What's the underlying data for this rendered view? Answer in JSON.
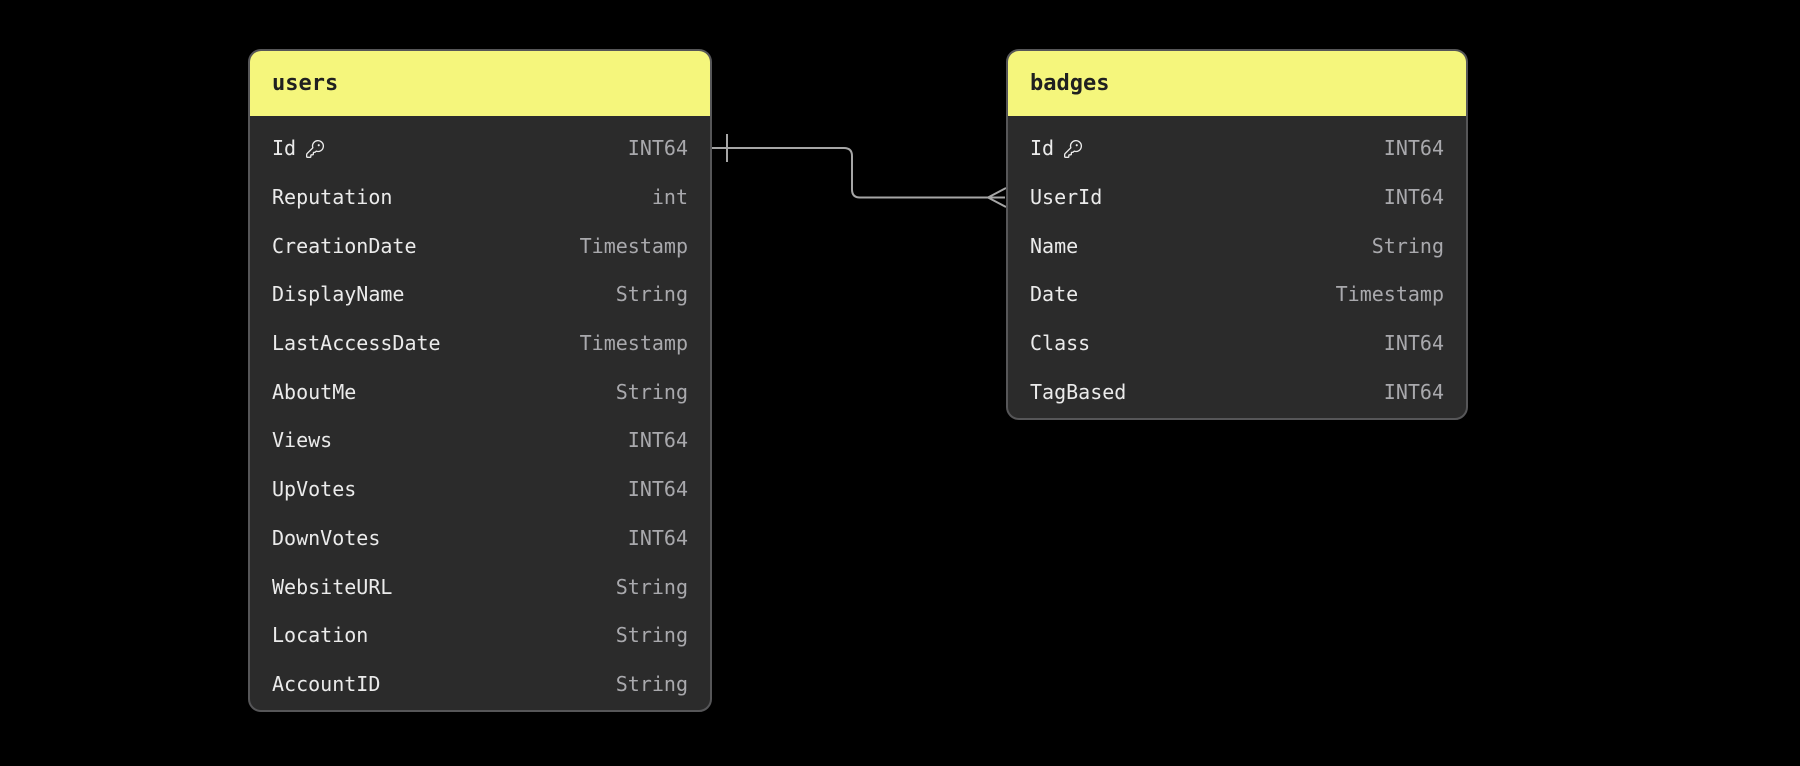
{
  "theme": {
    "canvas_bg": "#000000",
    "header_bg": "#f5f67c",
    "header_text": "#202020",
    "body_bg": "#2b2b2b",
    "border_color": "#565658",
    "field_text": "#ebebeb",
    "type_text": "#a9a9ad",
    "connector": "#a6a6a6"
  },
  "tables": [
    {
      "name": "users",
      "fields": [
        {
          "name": "Id",
          "type": "INT64",
          "key": true
        },
        {
          "name": "Reputation",
          "type": "int",
          "key": false
        },
        {
          "name": "CreationDate",
          "type": "Timestamp",
          "key": false
        },
        {
          "name": "DisplayName",
          "type": "String",
          "key": false
        },
        {
          "name": "LastAccessDate",
          "type": "Timestamp",
          "key": false
        },
        {
          "name": "AboutMe",
          "type": "String",
          "key": false
        },
        {
          "name": "Views",
          "type": "INT64",
          "key": false
        },
        {
          "name": "UpVotes",
          "type": "INT64",
          "key": false
        },
        {
          "name": "DownVotes",
          "type": "INT64",
          "key": false
        },
        {
          "name": "WebsiteURL",
          "type": "String",
          "key": false
        },
        {
          "name": "Location",
          "type": "String",
          "key": false
        },
        {
          "name": "AccountID",
          "type": "String",
          "key": false
        }
      ]
    },
    {
      "name": "badges",
      "fields": [
        {
          "name": "Id",
          "type": "INT64",
          "key": true
        },
        {
          "name": "UserId",
          "type": "INT64",
          "key": false
        },
        {
          "name": "Name",
          "type": "String",
          "key": false
        },
        {
          "name": "Date",
          "type": "Timestamp",
          "key": false
        },
        {
          "name": "Class",
          "type": "INT64",
          "key": false
        },
        {
          "name": "TagBased",
          "type": "INT64",
          "key": false
        }
      ]
    }
  ],
  "relationship": {
    "from_table": "users",
    "from_field": "Id",
    "from_cardinality": "one",
    "to_table": "badges",
    "to_field": "UserId",
    "to_cardinality": "many"
  }
}
